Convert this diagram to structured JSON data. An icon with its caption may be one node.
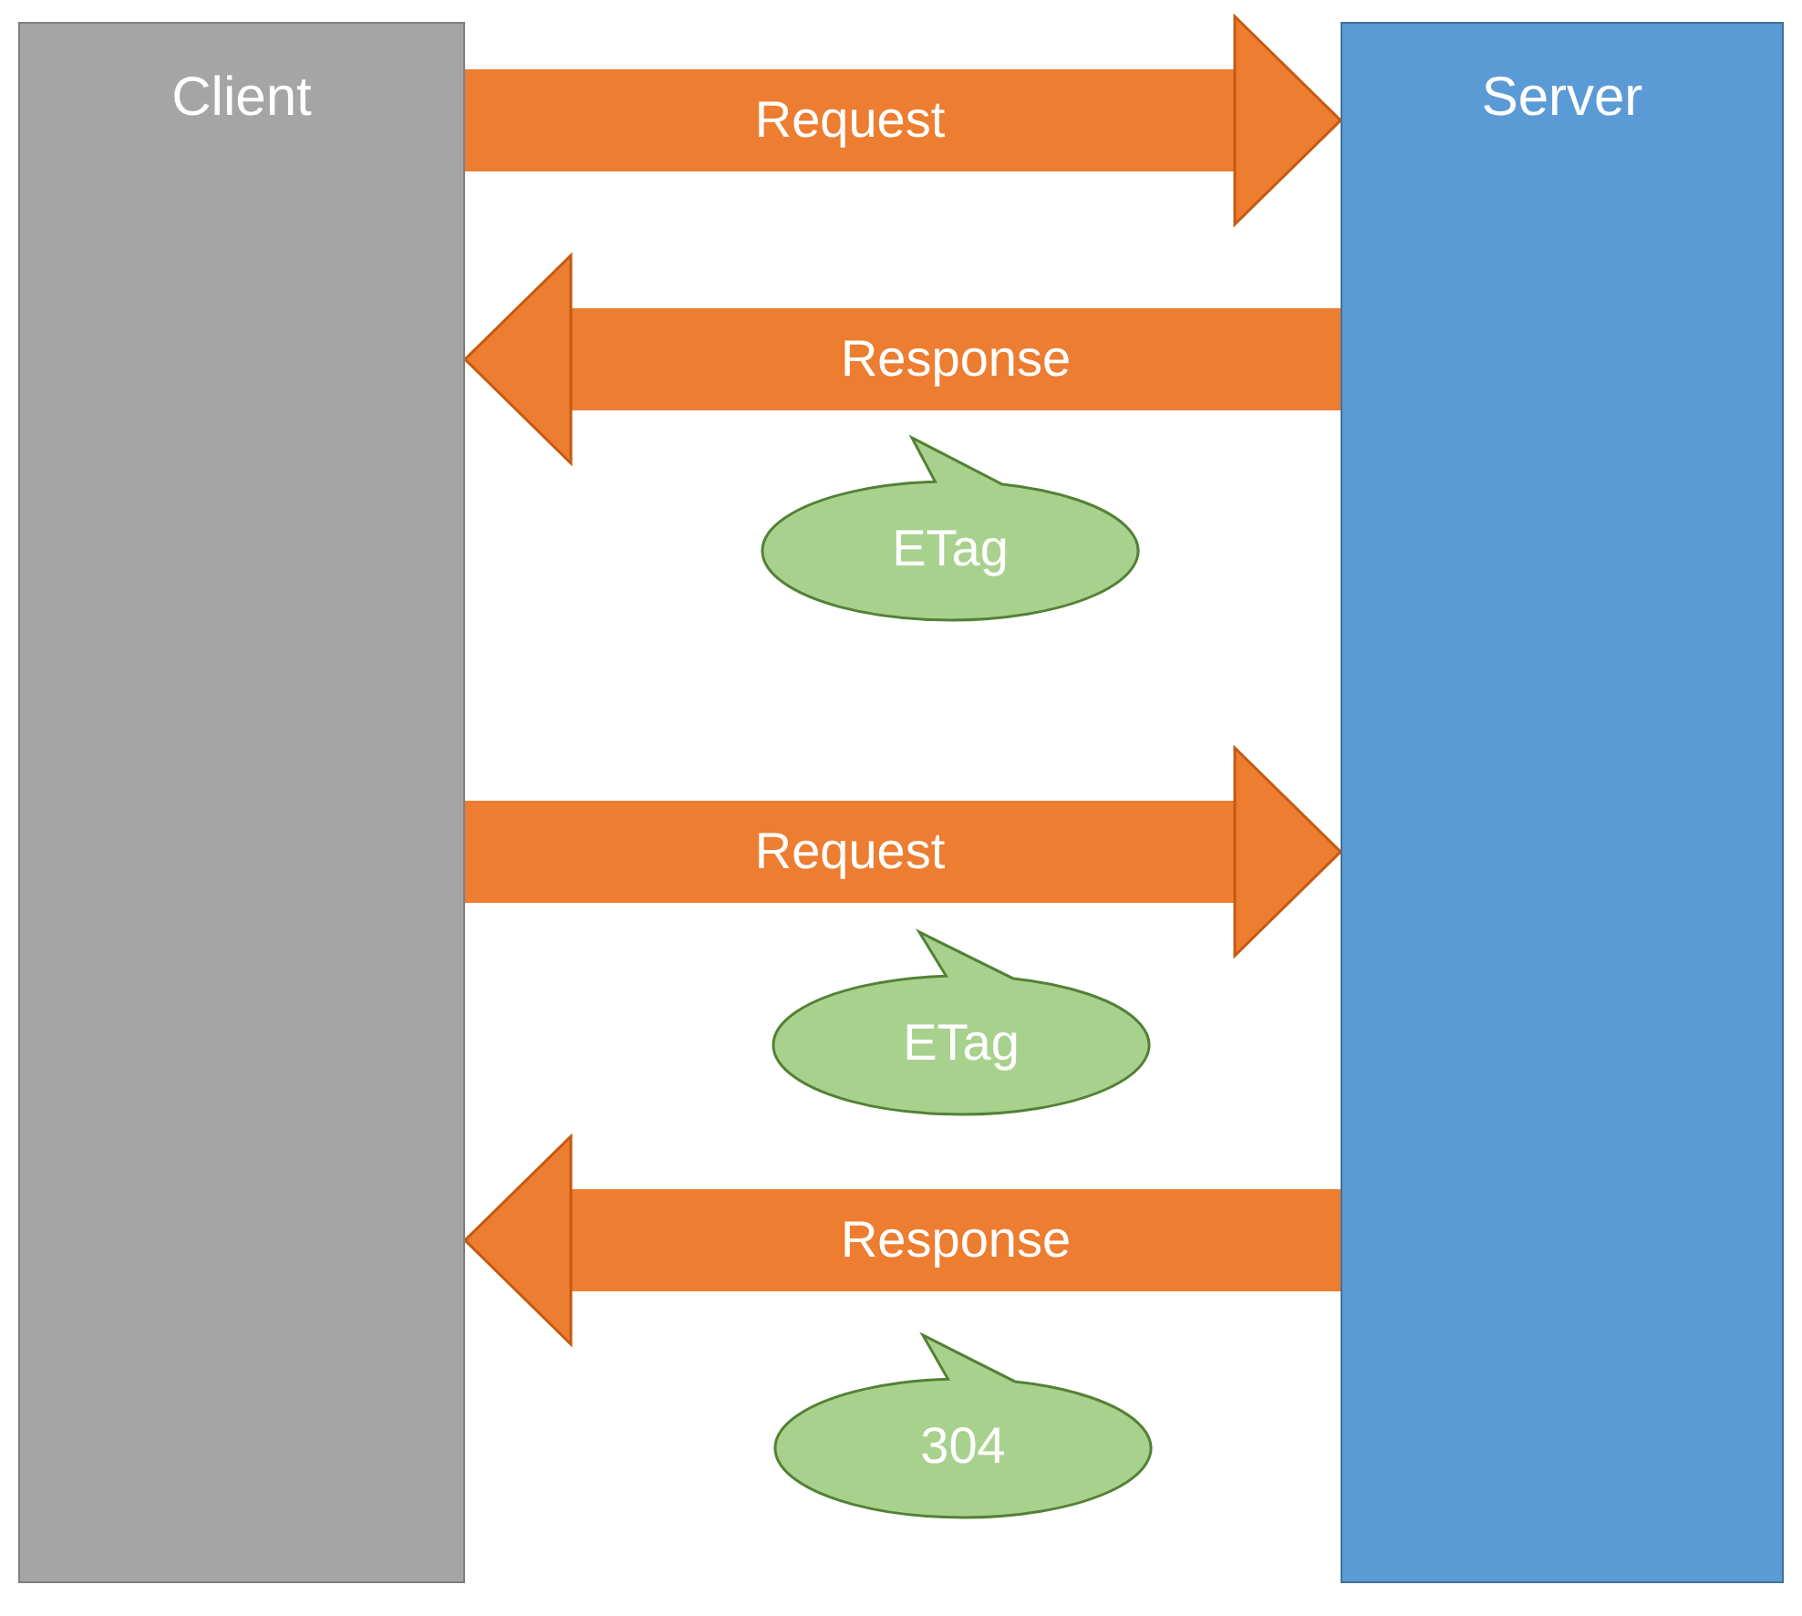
{
  "diagram": {
    "nodes": [
      {
        "text": [
          "Client"
        ]
      },
      {
        "text": [
          "Server"
        ]
      },
      {
        "text": [
          "ETag"
        ]
      },
      {
        "text": [
          "ETag"
        ]
      },
      {
        "text": [
          "304"
        ]
      }
    ],
    "edges": [
      {
        "from": 0,
        "to": 1,
        "arrow": "to",
        "label": "Request"
      },
      {
        "from": 1,
        "to": 0,
        "arrow": "to",
        "label": "Response"
      },
      {
        "from": 0,
        "to": 1,
        "arrow": "to",
        "label": "Request"
      },
      {
        "from": 1,
        "to": 0,
        "arrow": "to",
        "label": "Response"
      }
    ]
  }
}
